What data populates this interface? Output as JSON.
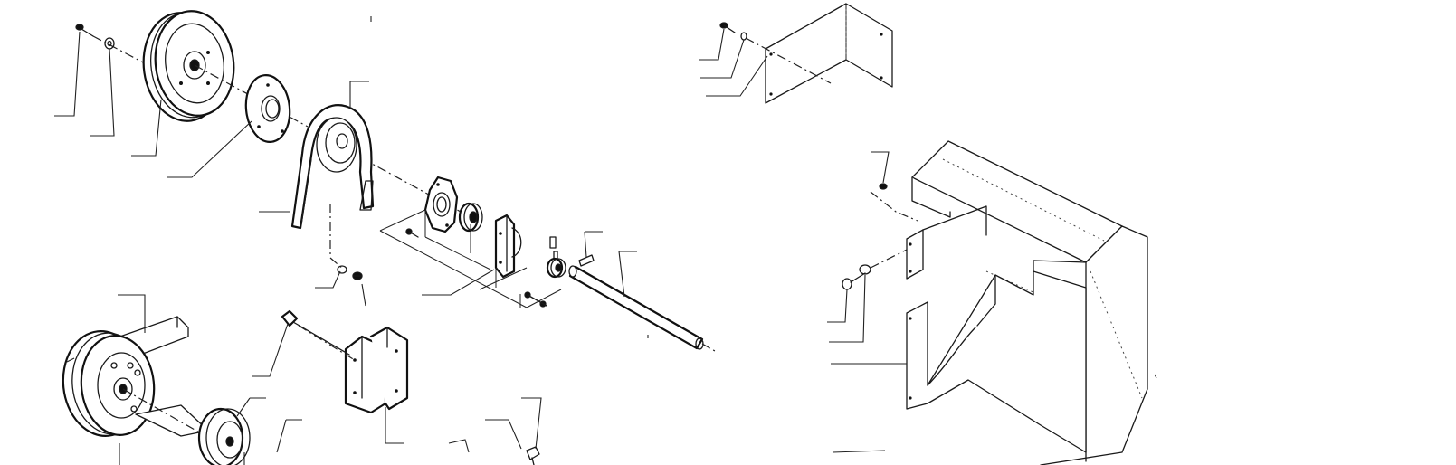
{
  "figure": {
    "kind": "exploded-parts-diagram",
    "line_color": "#1a1a1a",
    "background": "#ffffff"
  },
  "parts": [
    {
      "name": "bolt-top-left"
    },
    {
      "name": "washer-top-left"
    },
    {
      "name": "double-pulley-top"
    },
    {
      "name": "flange-plate"
    },
    {
      "name": "drive-belt"
    },
    {
      "name": "bearing-flange"
    },
    {
      "name": "bearing"
    },
    {
      "name": "bearing-bracket"
    },
    {
      "name": "shaft"
    },
    {
      "name": "key"
    },
    {
      "name": "collar"
    },
    {
      "name": "corner-bracket-top"
    },
    {
      "name": "belt-guard-housing"
    },
    {
      "name": "guard-side-panel"
    },
    {
      "name": "double-pulley-bottom"
    },
    {
      "name": "small-pulley-bottom"
    },
    {
      "name": "mounting-bracket"
    },
    {
      "name": "bolt-middle"
    }
  ]
}
